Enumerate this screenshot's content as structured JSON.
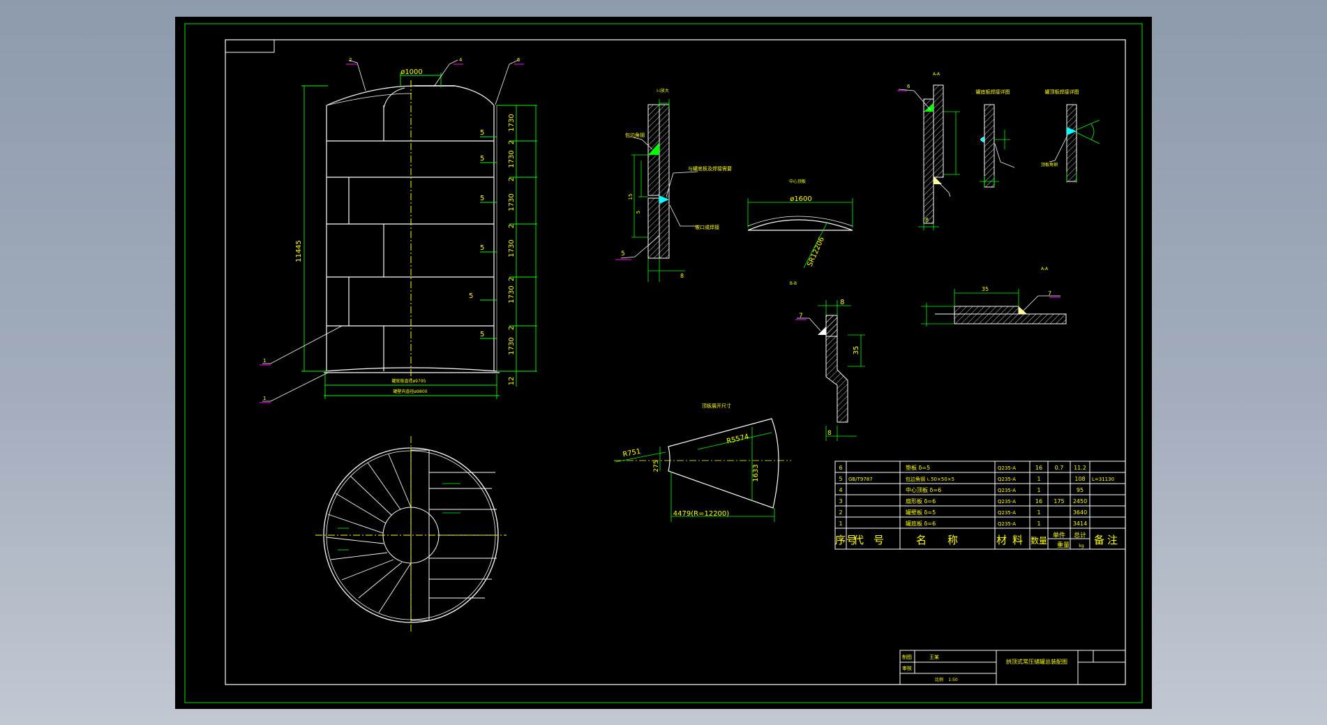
{
  "colors": {
    "background": "#000000",
    "frame": "#00c000",
    "outline": "#ffffff",
    "dimension": "#00ff00",
    "text": "#ffff00",
    "leader": "#ff00ff",
    "weld": "#00ffff",
    "table": "#ffffff",
    "centerline": "#ffff00"
  },
  "elevation": {
    "top_diameter": "ø1000",
    "total_height": "11445",
    "course_height": "1730",
    "gap": "2",
    "bottom_gap": "12",
    "plate_thickness": "5",
    "bottom_note_1": "罐底板直径ø9795",
    "bottom_note_2": "罐壁内直径ø9800",
    "callouts": [
      "2",
      "4",
      "6",
      "1",
      "1"
    ]
  },
  "detail_1": {
    "title": "I-I放大",
    "note_1": "包边角钢",
    "note_2": "与罐底板及焊接需要",
    "note_3": "坡口或焊接",
    "dim_a": "5",
    "dim_b": "8",
    "dim_c": "15",
    "dim_d": "5"
  },
  "detail_2": {
    "title": "中心顶板",
    "diameter": "ø1600",
    "radius": "SR12206"
  },
  "detail_3": {
    "title": "B-B",
    "dim_top": "8",
    "dim_side": "35",
    "dim_bottom": "8",
    "callout": "7"
  },
  "detail_4": {
    "title": "A-A",
    "callout": "6",
    "dim": "8"
  },
  "detail_5": {
    "title": "罐底板焊接详图"
  },
  "detail_6": {
    "title": "罐顶板焊接详图",
    "note": "顶板角钢"
  },
  "detail_7": {
    "title": "A-A",
    "dim": "35",
    "callout": "7"
  },
  "sector": {
    "title": "顶板展开尺寸",
    "r_inner": "R751",
    "r_outer": "R5574",
    "chord_small": "275",
    "chord_large": "1633",
    "arc_length": "4479(R=12200)"
  },
  "parts_table": {
    "header": {
      "no": "序号",
      "code": "代号",
      "name": "名称",
      "material": "材料",
      "qty": "数量",
      "unit_weight": "单件",
      "total_weight": "总计",
      "weight_label": "重量",
      "weight_unit": "kg",
      "remarks": "备注"
    },
    "rows": [
      {
        "no": "6",
        "code": "",
        "name": "垫板 δ=5",
        "material": "Q235-A",
        "qty": "16",
        "unit": "0.7",
        "total": "11.2",
        "remark": ""
      },
      {
        "no": "5",
        "code": "GB/T9787",
        "name": "包边角钢 ∟50×50×5",
        "material": "Q235-A",
        "qty": "1",
        "unit": "",
        "total": "108",
        "remark": "L=31130"
      },
      {
        "no": "4",
        "code": "",
        "name": "中心顶板 δ=6",
        "material": "Q235-A",
        "qty": "1",
        "unit": "",
        "total": "95",
        "remark": ""
      },
      {
        "no": "3",
        "code": "",
        "name": "扇形板 δ=6",
        "material": "Q235-A",
        "qty": "16",
        "unit": "175",
        "total": "2450",
        "remark": ""
      },
      {
        "no": "2",
        "code": "",
        "name": "罐壁板 δ=5",
        "material": "Q235-A",
        "qty": "1",
        "unit": "",
        "total": "3640",
        "remark": ""
      },
      {
        "no": "1",
        "code": "",
        "name": "罐底板 δ=6",
        "material": "Q235-A",
        "qty": "1",
        "unit": "",
        "total": "3414",
        "remark": ""
      }
    ]
  },
  "title_block": {
    "row_1_label": "制图",
    "row_1_value": "王某",
    "row_2_label": "审核",
    "drawing_title": "拱顶式常压储罐总装配图",
    "scale_label": "比例",
    "scale_value": "1:50"
  }
}
